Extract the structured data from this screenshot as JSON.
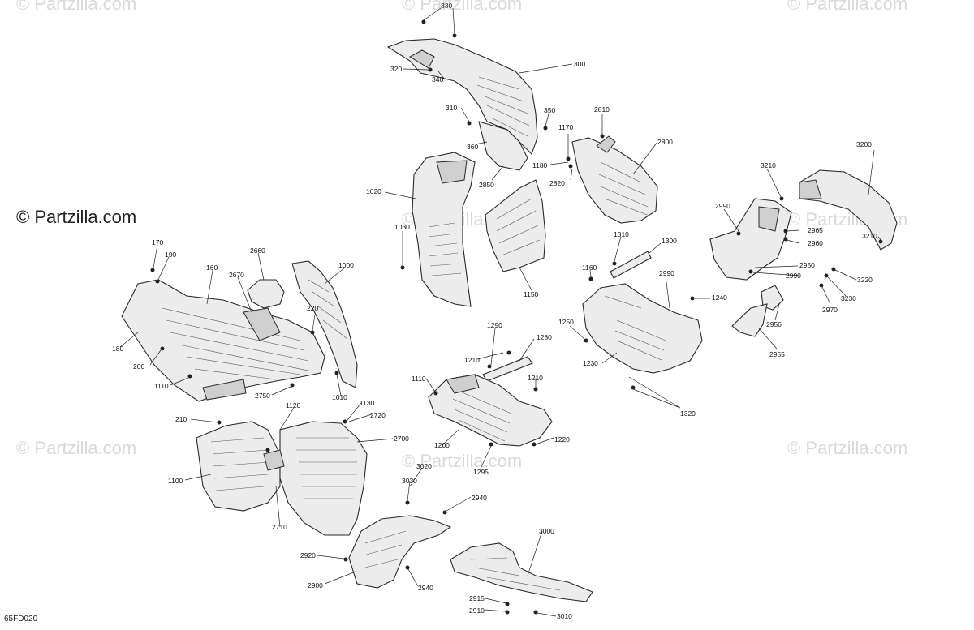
{
  "watermark": "© Partzilla.com",
  "brand": "© Partzilla.com",
  "diagram_code": "65FD020",
  "parts": [
    {
      "id": "330"
    },
    {
      "id": "300"
    },
    {
      "id": "320"
    },
    {
      "id": "340"
    },
    {
      "id": "310"
    },
    {
      "id": "350"
    },
    {
      "id": "360"
    },
    {
      "id": "2810"
    },
    {
      "id": "1170"
    },
    {
      "id": "2800"
    },
    {
      "id": "1180"
    },
    {
      "id": "2820"
    },
    {
      "id": "2850"
    },
    {
      "id": "3200"
    },
    {
      "id": "3210"
    },
    {
      "id": "3210"
    },
    {
      "id": "1020"
    },
    {
      "id": "2990"
    },
    {
      "id": "2965"
    },
    {
      "id": "2960"
    },
    {
      "id": "1030"
    },
    {
      "id": "1310"
    },
    {
      "id": "1300"
    },
    {
      "id": "2950"
    },
    {
      "id": "2990"
    },
    {
      "id": "3220"
    },
    {
      "id": "170"
    },
    {
      "id": "190"
    },
    {
      "id": "2660"
    },
    {
      "id": "1000"
    },
    {
      "id": "160"
    },
    {
      "id": "2670"
    },
    {
      "id": "1160"
    },
    {
      "id": "2990"
    },
    {
      "id": "1150"
    },
    {
      "id": "3230"
    },
    {
      "id": "2970"
    },
    {
      "id": "1240"
    },
    {
      "id": "220"
    },
    {
      "id": "2956"
    },
    {
      "id": "1250"
    },
    {
      "id": "1290"
    },
    {
      "id": "180"
    },
    {
      "id": "1280"
    },
    {
      "id": "2955"
    },
    {
      "id": "200"
    },
    {
      "id": "1230"
    },
    {
      "id": "1210"
    },
    {
      "id": "1110"
    },
    {
      "id": "1110"
    },
    {
      "id": "1210"
    },
    {
      "id": "2750"
    },
    {
      "id": "1010"
    },
    {
      "id": "1120"
    },
    {
      "id": "1130"
    },
    {
      "id": "1320"
    },
    {
      "id": "2720"
    },
    {
      "id": "210"
    },
    {
      "id": "1200"
    },
    {
      "id": "1220"
    },
    {
      "id": "2700"
    },
    {
      "id": "1295"
    },
    {
      "id": "3020"
    },
    {
      "id": "1100"
    },
    {
      "id": "3030"
    },
    {
      "id": "2940"
    },
    {
      "id": "2710"
    },
    {
      "id": "3000"
    },
    {
      "id": "2920"
    },
    {
      "id": "2900"
    },
    {
      "id": "2940"
    },
    {
      "id": "2915"
    },
    {
      "id": "2910"
    },
    {
      "id": "3010"
    }
  ]
}
